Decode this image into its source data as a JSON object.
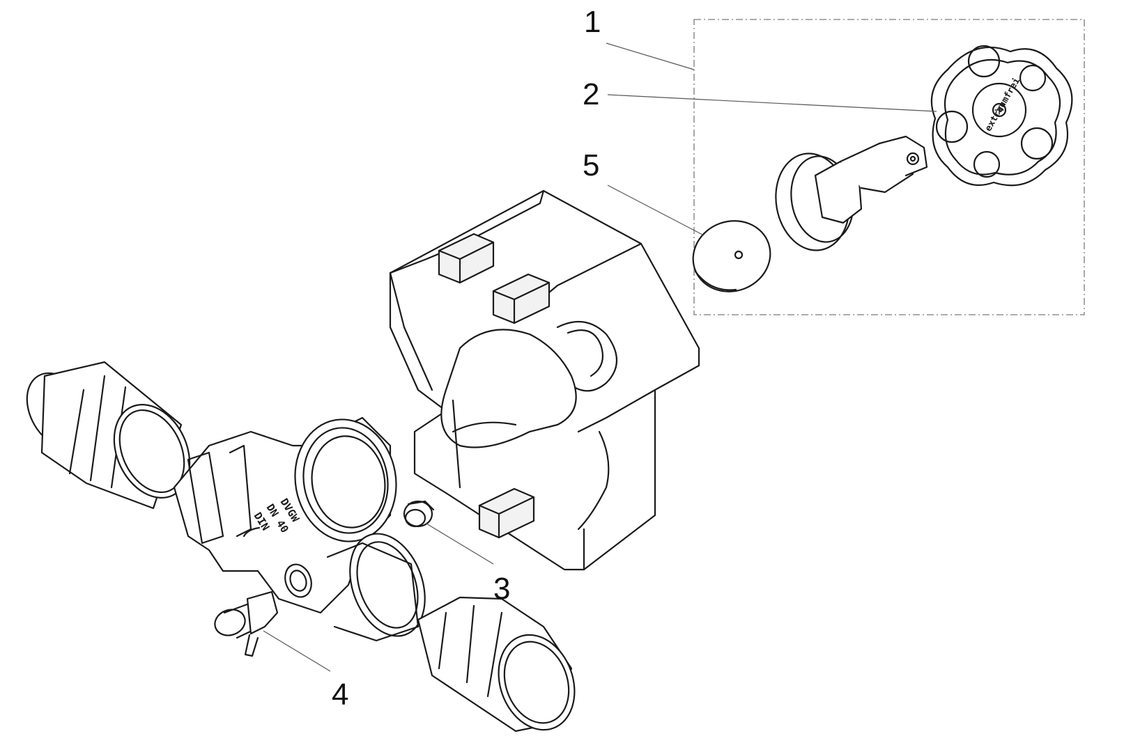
{
  "callouts": [
    {
      "id": "1",
      "label": "1"
    },
    {
      "id": "2",
      "label": "2"
    },
    {
      "id": "5",
      "label": "5"
    },
    {
      "id": "3",
      "label": "3"
    },
    {
      "id": "4",
      "label": "4"
    }
  ],
  "stamp_lines": [
    "DVGW",
    "DN 40",
    "DIN"
  ],
  "knob_text": "extraumfrei",
  "colors": {
    "line": "#1a1a1a",
    "leader": "#555555",
    "dashbox": "#7a7a7a",
    "background": "#ffffff"
  }
}
